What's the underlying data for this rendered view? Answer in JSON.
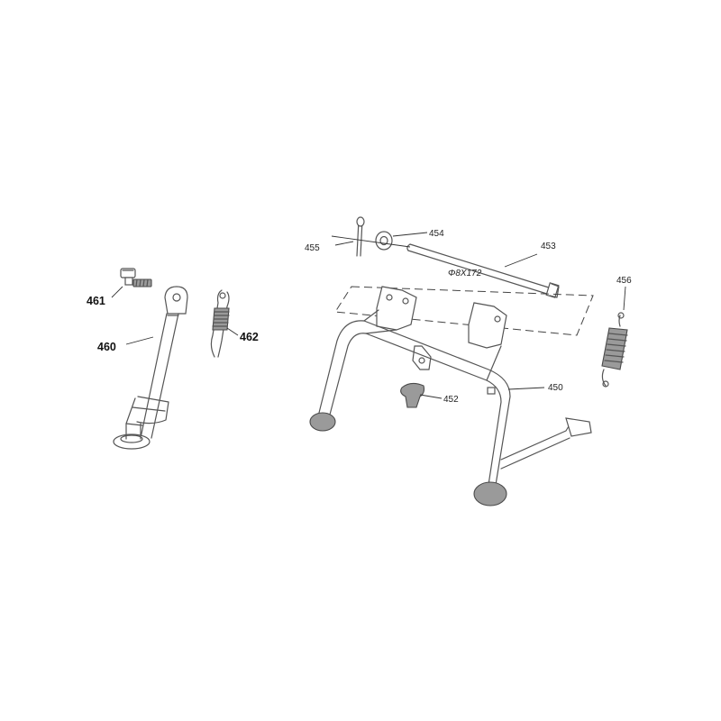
{
  "callouts": {
    "p450": "450",
    "p452": "452",
    "p453": "453",
    "p454": "454",
    "p455": "455",
    "p456": "456",
    "p460": "460",
    "p461": "461",
    "p462": "462"
  },
  "dimension": "Φ8X172",
  "colors": {
    "line": "#555555",
    "text": "#222222",
    "background": "#ffffff"
  }
}
